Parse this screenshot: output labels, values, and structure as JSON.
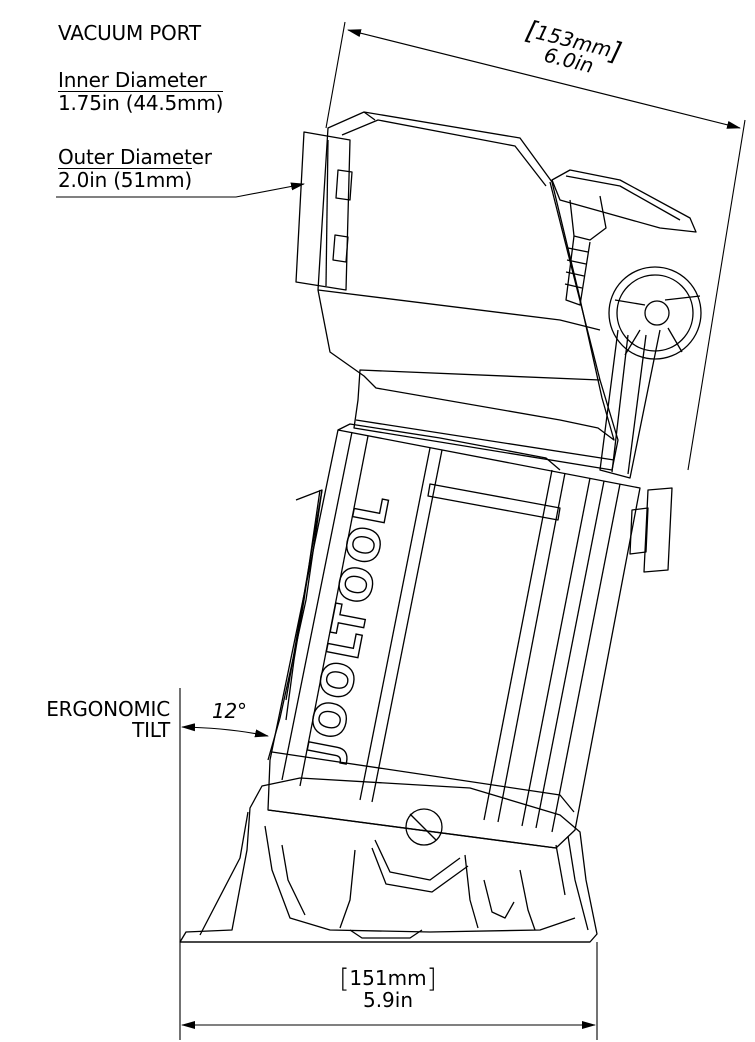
{
  "vacuum_port": {
    "title": "VACUUM PORT",
    "inner_label": "Inner Diameter",
    "inner_value": "1.75in (44.5mm)",
    "outer_label": "Outer Diameter",
    "outer_value": "2.0in (51mm)"
  },
  "tilt": {
    "label_line1": "ERGONOMIC",
    "label_line2": "TILT",
    "angle": "12°"
  },
  "dim_height": {
    "metric": "153mm",
    "imperial": "6.0in"
  },
  "dim_base": {
    "metric": "151mm",
    "imperial": "5.9in"
  },
  "brand": "JOOLTOOL",
  "bracket_open": "[",
  "bracket_close": "]"
}
